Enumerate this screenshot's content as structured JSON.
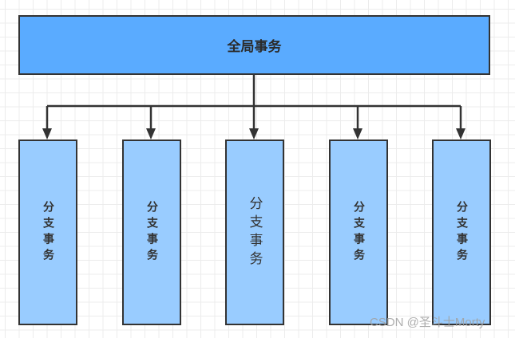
{
  "diagram": {
    "root": {
      "label": "全局事务",
      "color": "#5aabff"
    },
    "children": [
      {
        "label": "分支事务",
        "color": "#99ccff"
      },
      {
        "label": "分支事务",
        "color": "#99ccff"
      },
      {
        "label": "分支事务",
        "color": "#99ccff"
      },
      {
        "label": "分支事务",
        "color": "#99ccff"
      },
      {
        "label": "分支事务",
        "color": "#99ccff"
      }
    ],
    "edges": [
      {
        "from": "全局事务",
        "to": "分支事务 1"
      },
      {
        "from": "全局事务",
        "to": "分支事务 2"
      },
      {
        "from": "全局事务",
        "to": "分支事务 3"
      },
      {
        "from": "全局事务",
        "to": "分支事务 4"
      },
      {
        "from": "全局事务",
        "to": "分支事务 5"
      }
    ],
    "stroke_color": "#333333"
  },
  "watermark": "CSDN @圣斗士Morty"
}
